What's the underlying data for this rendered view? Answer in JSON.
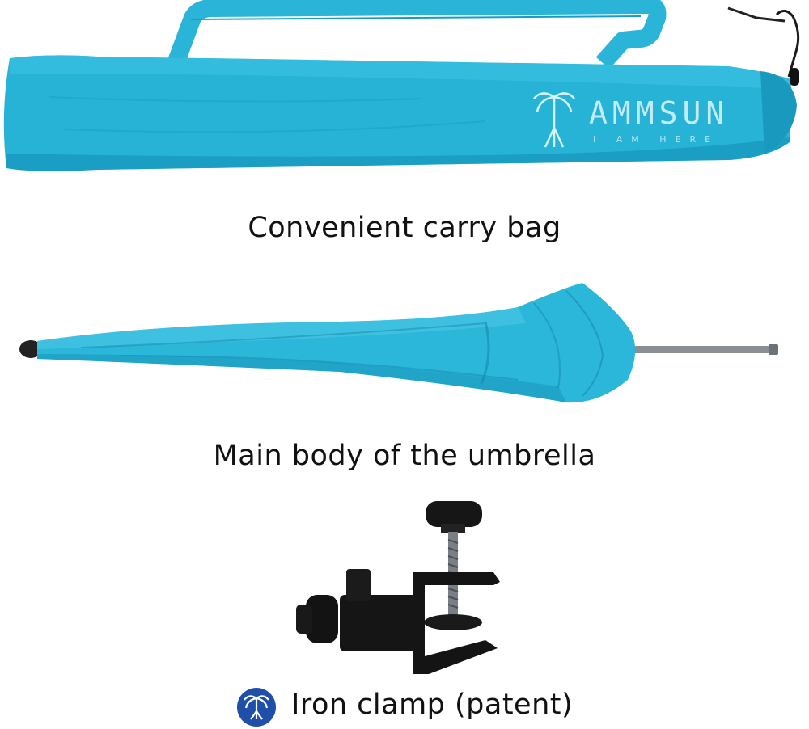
{
  "captions": {
    "carry_bag": "Convenient carry bag",
    "umbrella_body": "Main body of the umbrella",
    "clamp": "Iron clamp (patent)"
  },
  "bag": {
    "brand": "AMMSUN",
    "tagline": "I AM HERE"
  },
  "icons": {
    "brand_logo": "palm-tree-logo-icon",
    "clamp_photo": "clamp-icon",
    "bag_photo": "carry-bag-icon",
    "umbrella_photo": "umbrella-icon"
  },
  "colors": {
    "bag": "#27b3d6",
    "bag_dark": "#1596bb",
    "umbrella": "#2ab7d9",
    "text": "#111111",
    "logo_bg": "#1f4fa8",
    "clamp": "#141414"
  }
}
